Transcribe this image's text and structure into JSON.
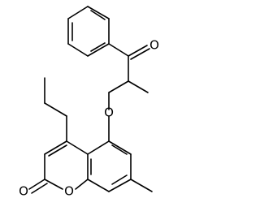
{
  "structure": {
    "atoms": {
      "ketone_oxygen": "O",
      "ether_oxygen": "O",
      "ring_oxygen": "O",
      "carbonyl_oxygen": "O"
    }
  }
}
